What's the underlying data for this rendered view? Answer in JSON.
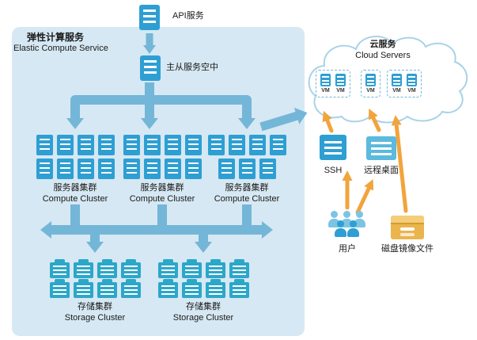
{
  "api": {
    "label": "API服务"
  },
  "ecs": {
    "title_zh": "弹性计算服务",
    "title_en": "Elastic Compute Service",
    "master_label": "主从服务空中",
    "clusters": [
      {
        "zh": "服务器集群",
        "en": "Compute Cluster",
        "rows": [
          4,
          4
        ]
      },
      {
        "zh": "服务器集群",
        "en": "Compute Cluster",
        "rows": [
          4,
          4
        ]
      },
      {
        "zh": "服务器集群",
        "en": "Compute Cluster",
        "rows": [
          4,
          3
        ]
      }
    ],
    "storage_clusters": [
      {
        "zh": "存储集群",
        "en": "Storage Cluster",
        "rows": [
          4,
          4
        ]
      },
      {
        "zh": "存储集群",
        "en": "Storage Cluster",
        "rows": [
          4,
          4
        ]
      }
    ]
  },
  "cloud": {
    "title_zh": "云服务",
    "title_en": "Cloud Servers",
    "vm_label": "VM",
    "vm_groups": [
      2,
      1,
      2
    ]
  },
  "right": {
    "ssh_label": "SSH",
    "remote_desktop_label": "远程桌面",
    "users_label": "用户",
    "disk_image_label": "磁盘镜像文件"
  },
  "colors": {
    "accent": "#2e9fd3",
    "arrow_blue": "#74b6d8",
    "panel": "#d6e8f3",
    "orange": "#f2a43c",
    "teal": "#2ba7c9",
    "gold": "#eab54d",
    "cloud_stroke": "#a9d2e8"
  }
}
